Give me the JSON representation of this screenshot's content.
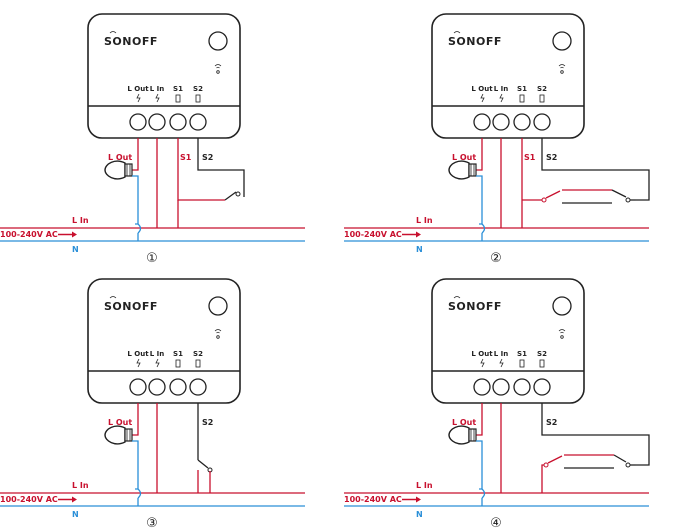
{
  "device": {
    "brand": "SONOFF",
    "terminals": [
      "L Out",
      "L In",
      "S1",
      "S2"
    ]
  },
  "wiring": {
    "voltage": "100-240V AC",
    "line_in": "L In",
    "neutral": "N",
    "l_out": "L Out",
    "s1": "S1",
    "s2": "S2"
  },
  "diagrams": [
    {
      "number": "①",
      "wires": [
        "L Out",
        "S1",
        "S2"
      ]
    },
    {
      "number": "②",
      "wires": [
        "L Out",
        "S1",
        "S2"
      ]
    },
    {
      "number": "③",
      "wires": [
        "L Out",
        "S2"
      ]
    },
    {
      "number": "④",
      "wires": [
        "L Out",
        "S2"
      ]
    }
  ],
  "colors": {
    "line": "#c8102e",
    "neutral": "#2a8fd8",
    "dark": "#222222"
  }
}
